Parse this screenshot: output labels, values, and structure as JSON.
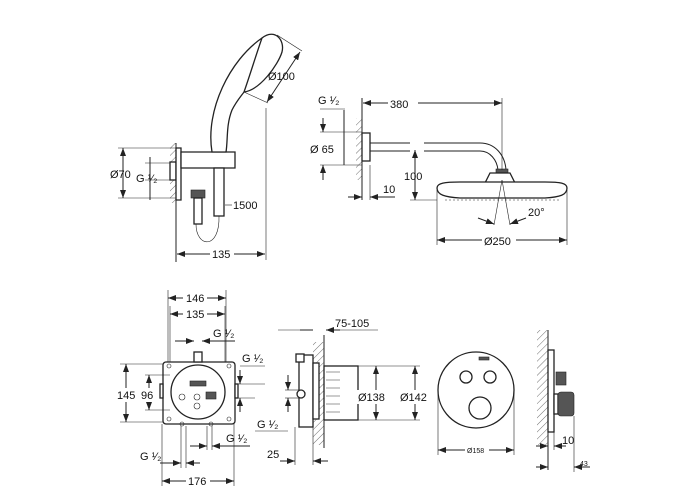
{
  "hand_shower": {
    "diameter_head": "Ø100",
    "thread": "G ¹⁄₂",
    "diameter_outlet": "Ø70",
    "hose_length": "1500",
    "projection": "135"
  },
  "head_shower": {
    "thread": "G ¹⁄₂",
    "arm_length": "380",
    "flange_diameter": "Ø 65",
    "drop": "100",
    "wall_offset": "10",
    "angle": "20°",
    "diameter": "Ø250"
  },
  "box_front": {
    "width_outer": "146",
    "width_inner": "135",
    "thread_top": "G ¹⁄₂",
    "thread_right": "G ¹⁄₂",
    "height_outer": "145",
    "height_inner": "96",
    "thread_bottom_left": "G ¹⁄₂",
    "thread_bottom_right": "G ¹⁄₂",
    "plate_width": "176"
  },
  "box_side": {
    "install_depth": "75-105",
    "diameter_inner": "Ø138",
    "diameter_outer": "Ø142",
    "thread": "G ¹⁄₂",
    "offset": "25"
  },
  "trim": {
    "diameter": "Ø158",
    "plate_depth": "10",
    "knob_depth": "43"
  }
}
